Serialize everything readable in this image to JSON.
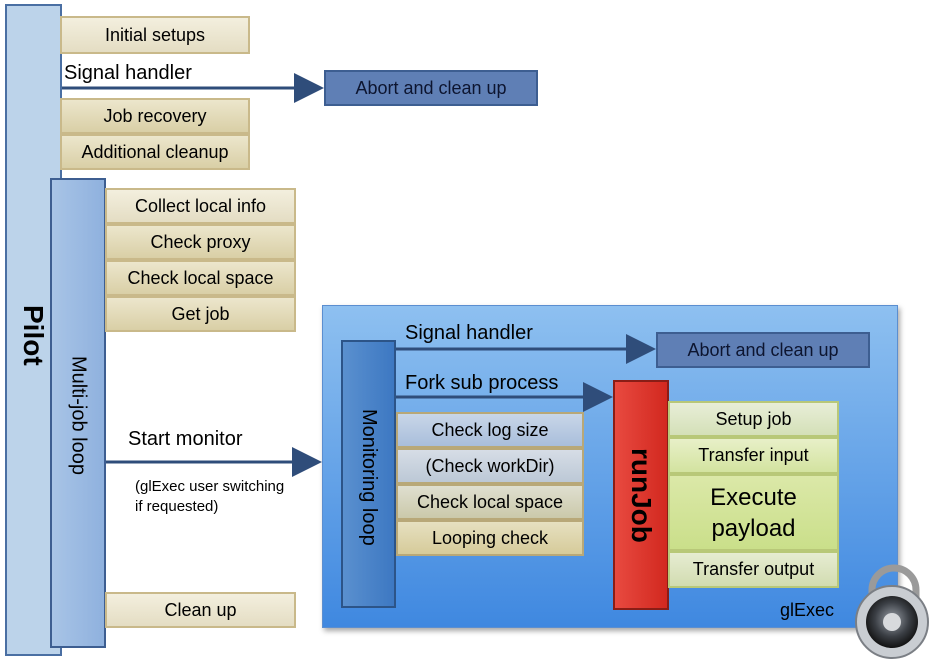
{
  "pilot": {
    "label": "Pilot",
    "items": [
      "Initial setups",
      "Job recovery",
      "Additional cleanup"
    ],
    "signal_handler": "Signal handler",
    "abort": "Abort and clean up"
  },
  "multijob": {
    "label": "Multi-job loop",
    "items": [
      "Collect local info",
      "Check proxy",
      "Check local space",
      "Get job"
    ],
    "start_monitor": "Start monitor",
    "note_line1": "(glExec user switching",
    "note_line2": "if requested)",
    "clean_up": "Clean up"
  },
  "monitoring": {
    "label": "Monitoring loop",
    "signal_handler": "Signal handler",
    "fork": "Fork sub process",
    "abort": "Abort and clean up",
    "checks": [
      "Check log size",
      "(Check workDir)",
      "Check local space",
      "Looping check"
    ]
  },
  "runjob": {
    "label": "runJob",
    "steps": [
      "Setup job",
      "Transfer input",
      "Execute payload",
      "Transfer output"
    ]
  },
  "glexec": {
    "label": "glExec",
    "icon": "padlock-icon"
  },
  "colors": {
    "arrow": "#2f4d7a",
    "runjob": "#e03a32",
    "abort": "#5f7fb5",
    "glexec_bg": "#6aa6e8"
  }
}
